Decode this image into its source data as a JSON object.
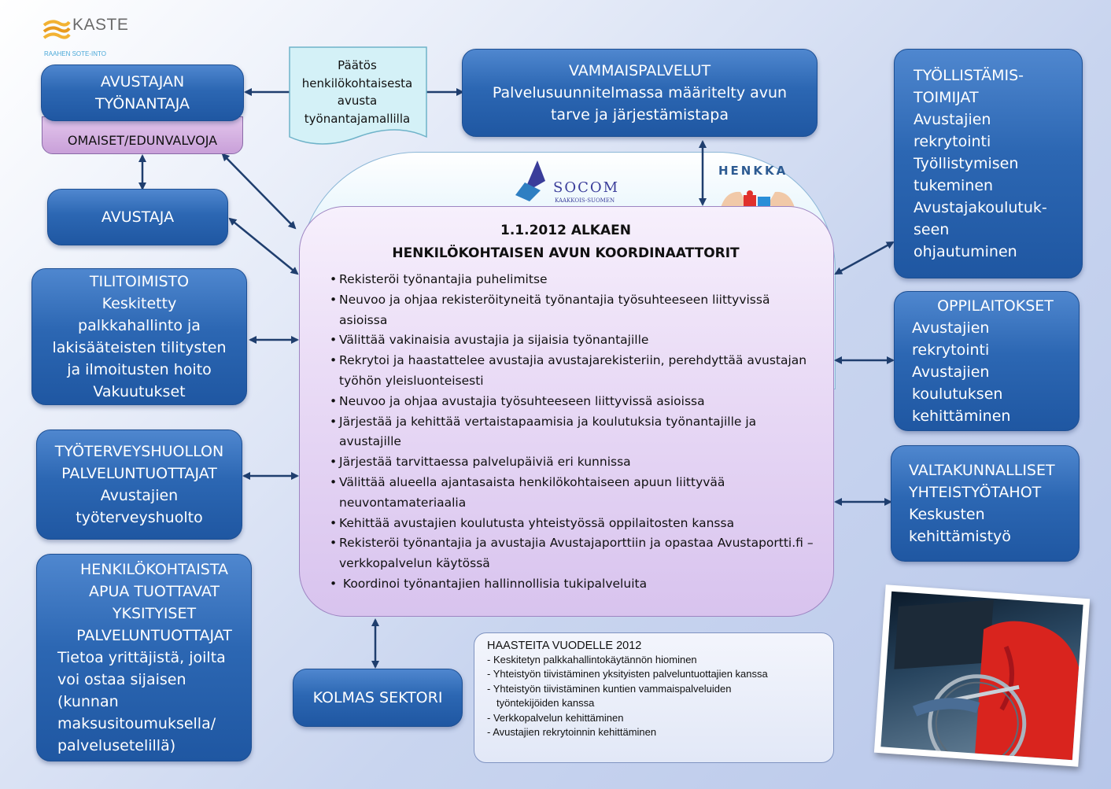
{
  "logo": {
    "name": "KASTE",
    "sub": "RAAHEN SOTE-INTO",
    "color": "#f2b233"
  },
  "avustajan_tyonantaja": [
    "AVUSTAJAN",
    "TYÖNANTAJA"
  ],
  "omaiset": "OMAISET/EDUNVALVOJA",
  "paatos": [
    "Päätös",
    "henkilökohtaisesta",
    "avusta",
    "työnantajamallilla"
  ],
  "vammaispalvelut": [
    "VAMMAISPALVELUT",
    "Palvelusuunnitelmassa määritelty avun",
    "tarve ja järjestämistapa"
  ],
  "avustaja": "AVUSTAJA",
  "tilitoimisto": [
    "TILITOIMISTO",
    "Keskitetty",
    "palkkahallinto ja",
    "lakisääteisten tilitysten",
    "ja ilmoitusten hoito",
    "Vakuutukset"
  ],
  "tyoterveys": [
    "TYÖTERVEYSHUOLLON",
    "PALVELUNTUOTTAJAT",
    "Avustajien",
    "työterveyshuolto"
  ],
  "henkilokohtaista": [
    "HENKILÖKOHTAISTA",
    "APUA TUOTTAVAT",
    "YKSITYISET",
    "PALVELUNTUOTTAJAT"
  ],
  "henkilokohtaista_body": [
    "Tietoa yrittäjistä, joilta",
    "voi ostaa sijaisen",
    "(kunnan",
    "maksusitoumuksella/",
    "palvelusetelillä)"
  ],
  "kolmas_sektori": "KOLMAS SEKTORI",
  "tyollistamis_title": [
    "TYÖLLISTÄMIS-",
    "TOIMIJAT"
  ],
  "tyollistamis_body": [
    "Avustajien",
    "rekrytointi",
    "Työllistymisen",
    "tukeminen",
    "Avustajakoulutuk-",
    "seen",
    "ohjautuminen"
  ],
  "oppilaitokset_title": "OPPILAITOKSET",
  "oppilaitokset_body": [
    "Avustajien",
    "rekrytointi",
    "Avustajien",
    "koulutuksen",
    "kehittäminen"
  ],
  "valtakunnalliset": [
    "VALTAKUNNALLISET",
    "YHTEISTYÖTAHOT",
    "Keskusten",
    "kehittämistyö"
  ],
  "socom": {
    "name": "SOCOM",
    "sub": "KAAKKOIS-SUOMEN"
  },
  "henkka": "HENKKA",
  "center": {
    "title": [
      "1.1.2012 ALKAEN",
      "HENKILÖKOHTAISEN AVUN KOORDINAATTORIT"
    ],
    "items": [
      "Rekisteröi työnantajia puhelimitse",
      "Neuvoo ja ohjaa rekisteröityneitä työnantajia työsuhteeseen liittyvissä asioissa",
      "Välittää vakinaisia avustajia ja sijaisia työnantajille",
      "Rekrytoi ja haastattelee avustajia avustajarekisteriin, perehdyttää avustajan työhön yleisluonteisesti",
      "Neuvoo ja ohjaa avustajia työsuhteeseen liittyvissä asioissa",
      "Järjestää  ja kehittää vertaistapaamisia ja koulutuksia työnantajille ja avustajille",
      "Järjestää  tarvittaessa palvelupäiviä eri kunnissa",
      "Välittää alueella ajantasaista henkilökohtaiseen apuun liittyvää neuvontamateriaalia",
      "Kehittää avustajien koulutusta yhteistyössä oppilaitosten kanssa",
      "Rekisteröi työnantajia ja avustajia Avustajaporttiin ja opastaa Avustaportti.fi –verkkopalvelun käytössä",
      " Koordinoi työnantajien hallinnollisia tukipalveluita"
    ]
  },
  "haasteita": {
    "title": "HAASTEITA VUODELLE 2012",
    "items": [
      "- Keskitetyn  palkkahallintokäytännön  hiominen",
      "- Yhteistyön  tiivistäminen  yksityisten  palveluntuottajien  kanssa",
      "- Yhteistyön  tiivistäminen  kuntien  vammaispalveluiden",
      "työntekijöiden  kanssa",
      "- Verkkopalvelun  kehittäminen",
      "-  Avustajien  rekrytoinnin  kehittäminen"
    ]
  }
}
